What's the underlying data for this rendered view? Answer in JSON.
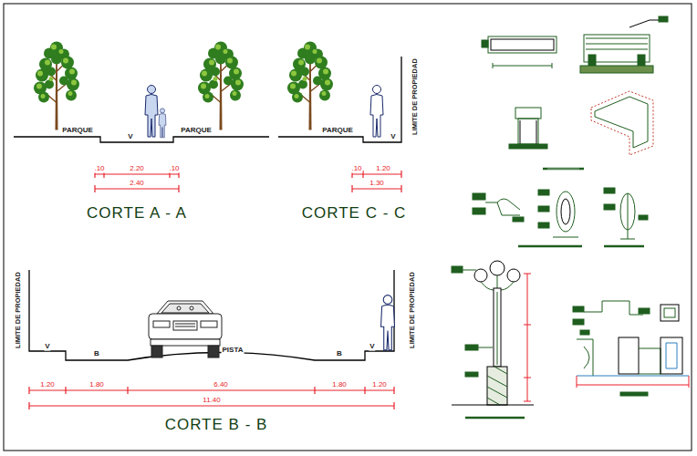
{
  "diagram": {
    "labels": [
      "PARQUE",
      "V",
      "PARQUE",
      ".10",
      "2.20",
      ".10",
      "2.40",
      "CORTE A - A",
      "PARQUE",
      "V",
      "LIMITE DE PROPIEDAD",
      ".10",
      "1.20",
      "1.30",
      "CORTE C - C",
      "LIMITE DE PROPIEDAD",
      "V",
      "B",
      "PISTA",
      "B",
      "V",
      "LIMITE DE PROPIEDAD",
      "1.20",
      "1.80",
      "6.40",
      "1.80",
      "1.20",
      "11.40",
      "CORTE B - B"
    ]
  }
}
